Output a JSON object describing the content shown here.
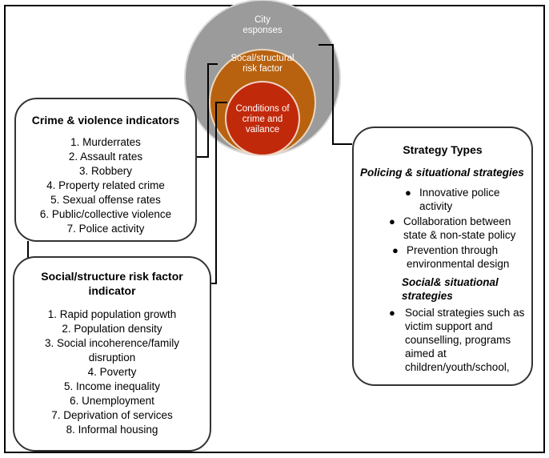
{
  "circles": {
    "outer_label": "City\nesponses",
    "middle_label": "Socal/structural\nrisk factor",
    "inner_label": "Conditions of\ncrime and\nvailance"
  },
  "crime_box": {
    "title": "Crime & violence indicators",
    "items": [
      "1. Murderrates",
      "2. Assault rates",
      "3. Robbery",
      "4. Property related crime",
      "5. Sexual offense rates",
      "6. Public/collective violence",
      "7. Police activity"
    ]
  },
  "social_box": {
    "title": "Social/structure risk factor\nindicator",
    "items": [
      "1. Rapid population growth",
      "2. Population density",
      "3. Social incoherence/family",
      "disruption",
      "4. Poverty",
      "5. Income inequality",
      "6. Unemployment",
      "7. Deprivation of services",
      "8. Informal housing"
    ]
  },
  "strategy_box": {
    "title": "Strategy Types",
    "policing_heading": "Policing & situational strategies",
    "policing_items": [
      "Innovative police\nactivity",
      "Collaboration between\nstate & non-state policy",
      "Prevention through\nenvironmental design"
    ],
    "social_heading": "Social& situational\nstrategies",
    "social_items": [
      "Social strategies such as\nvictim support and\ncounselling, programs\naimed at\nchildren/youth/school,"
    ]
  },
  "colors": {
    "outer_circle": "#9b9b9b",
    "middle_circle": "#b8620f",
    "inner_circle": "#c1290b"
  }
}
